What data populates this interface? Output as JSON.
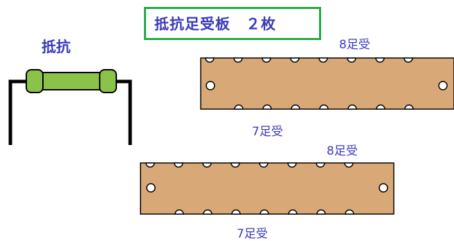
{
  "title": "抵抗足受板　２枚",
  "resistor": {
    "label": "抵抗"
  },
  "colors": {
    "board": "#d9a877",
    "board_stroke": "#000000",
    "resistor_body": "#8bc34a",
    "title_border": "#22a847",
    "label": "#3a3ab8"
  },
  "boards": [
    {
      "top_label": "8足受",
      "bottom_label": "7足受",
      "top_notches": 8,
      "bottom_notches": 7
    },
    {
      "top_label": "8足受",
      "bottom_label": "7足受",
      "top_notches": 8,
      "bottom_notches": 7
    }
  ]
}
